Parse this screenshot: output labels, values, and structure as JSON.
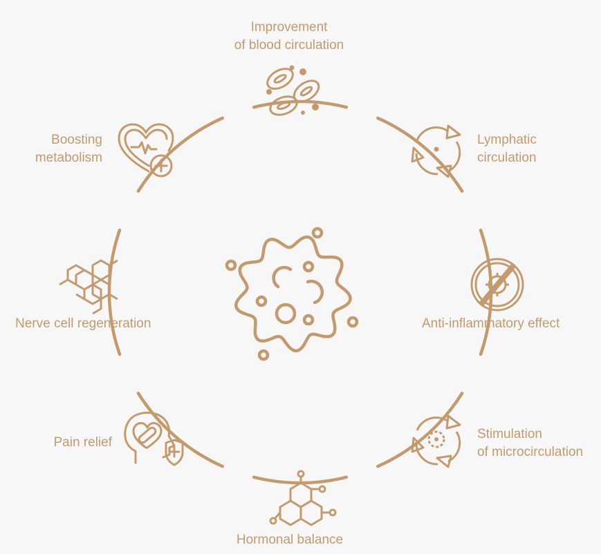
{
  "theme": {
    "accent": "#c49a6c",
    "background": "#f7f7f7"
  },
  "center": {
    "icon": "cell-icon"
  },
  "benefits": [
    {
      "id": "blood-circulation",
      "icon": "blood-cells-icon",
      "lines": [
        "Improvement",
        "of blood circulation"
      ]
    },
    {
      "id": "lymphatic-circulation",
      "icon": "circular-arrows-icon",
      "lines": [
        "Lymphatic",
        "circulation"
      ]
    },
    {
      "id": "anti-inflammatory",
      "icon": "no-virus-icon",
      "lines": [
        "Anti-inflammatory effect"
      ]
    },
    {
      "id": "microcirculation",
      "icon": "circular-arrows-dashed-icon",
      "lines": [
        "Stimulation",
        "of microcirculation"
      ]
    },
    {
      "id": "hormonal-balance",
      "icon": "molecule-icon",
      "lines": [
        "Hormonal balance"
      ]
    },
    {
      "id": "pain-relief",
      "icon": "head-bandage-shield-icon",
      "lines": [
        "Pain relief"
      ]
    },
    {
      "id": "nerve-regeneration",
      "icon": "hexagon-cells-icon",
      "lines": [
        "Nerve cell regeneration"
      ]
    },
    {
      "id": "metabolism",
      "icon": "heart-plus-icon",
      "lines": [
        "Boosting",
        "metabolism"
      ]
    }
  ]
}
